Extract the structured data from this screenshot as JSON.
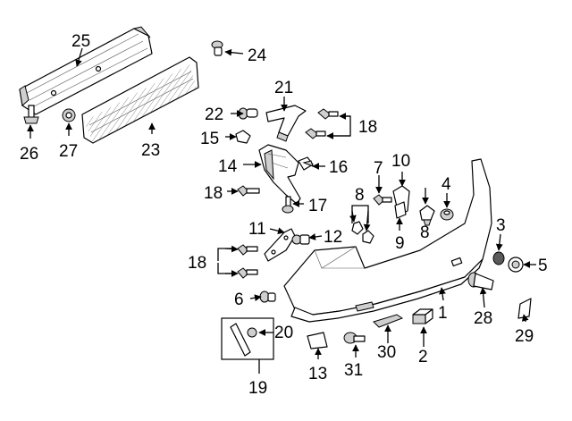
{
  "callouts": [
    {
      "id": "1",
      "text": "1"
    },
    {
      "id": "2",
      "text": "2"
    },
    {
      "id": "3",
      "text": "3"
    },
    {
      "id": "4",
      "text": "4"
    },
    {
      "id": "5",
      "text": "5"
    },
    {
      "id": "6",
      "text": "6"
    },
    {
      "id": "7",
      "text": "7"
    },
    {
      "id": "8a",
      "text": "8"
    },
    {
      "id": "8b",
      "text": "8"
    },
    {
      "id": "9",
      "text": "9"
    },
    {
      "id": "10",
      "text": "10"
    },
    {
      "id": "11",
      "text": "11"
    },
    {
      "id": "12",
      "text": "12"
    },
    {
      "id": "13",
      "text": "13"
    },
    {
      "id": "14",
      "text": "14"
    },
    {
      "id": "15",
      "text": "15"
    },
    {
      "id": "16",
      "text": "16"
    },
    {
      "id": "17",
      "text": "17"
    },
    {
      "id": "18a",
      "text": "18"
    },
    {
      "id": "18b",
      "text": "18"
    },
    {
      "id": "18c",
      "text": "18"
    },
    {
      "id": "19",
      "text": "19"
    },
    {
      "id": "20",
      "text": "20"
    },
    {
      "id": "21",
      "text": "21"
    },
    {
      "id": "22",
      "text": "22"
    },
    {
      "id": "23",
      "text": "23"
    },
    {
      "id": "24",
      "text": "24"
    },
    {
      "id": "25",
      "text": "25"
    },
    {
      "id": "26",
      "text": "26"
    },
    {
      "id": "27",
      "text": "27"
    },
    {
      "id": "28",
      "text": "28"
    },
    {
      "id": "29",
      "text": "29"
    },
    {
      "id": "30",
      "text": "30"
    },
    {
      "id": "31",
      "text": "31"
    }
  ]
}
